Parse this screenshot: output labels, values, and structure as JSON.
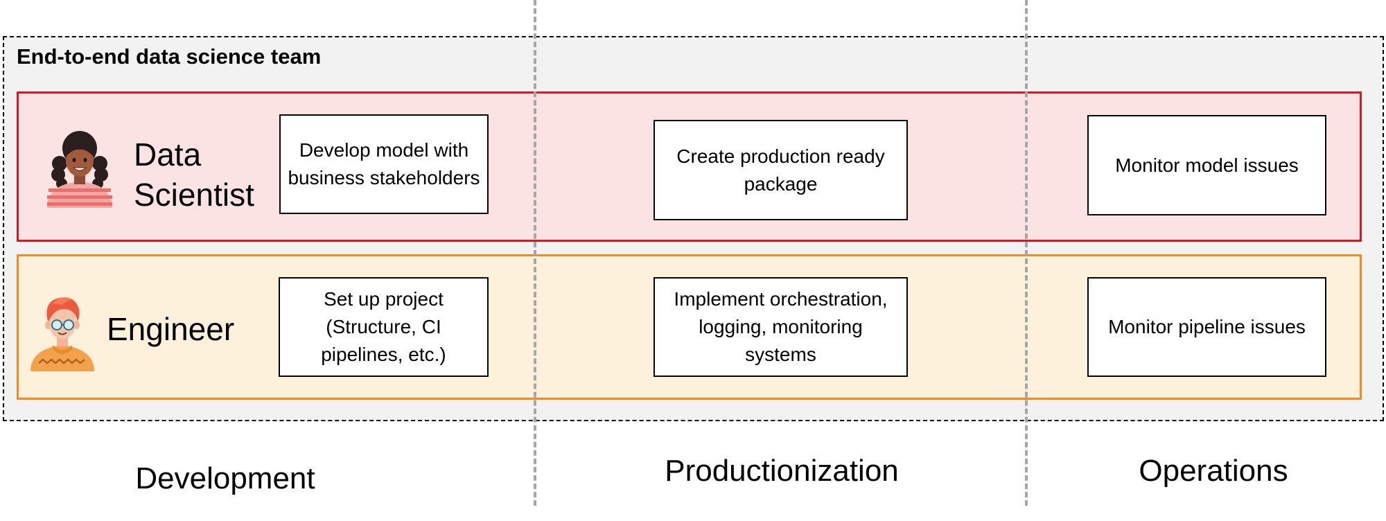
{
  "team": {
    "title": "End-to-end data science team"
  },
  "roles": {
    "data_scientist": {
      "label_line1": "Data",
      "label_line2": "Scientist",
      "tasks": {
        "development": "Develop model with business stakeholders",
        "productionization": "Create production ready package",
        "operations": "Monitor model issues"
      }
    },
    "engineer": {
      "label": "Engineer",
      "tasks": {
        "development": "Set up project (Structure, CI pipelines, etc.)",
        "productionization": "Implement orchestration, logging, monitoring systems",
        "operations": "Monitor pipeline issues"
      }
    }
  },
  "phases": {
    "development": "Development",
    "productionization": "Productionization",
    "operations": "Operations"
  },
  "colors": {
    "data_scientist_border": "#cc1e24",
    "data_scientist_fill": "#fbe3e4",
    "engineer_border": "#f08a24",
    "engineer_fill": "#fdf1dc",
    "container_fill": "#f2f2f2",
    "divider": "#a6a6a6"
  },
  "icons": {
    "data_scientist": "woman-avatar-icon",
    "engineer": "man-avatar-icon"
  }
}
